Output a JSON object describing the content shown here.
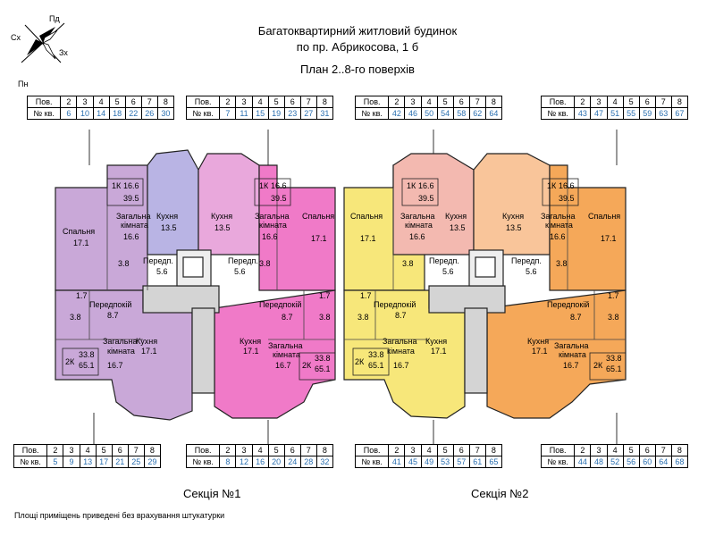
{
  "title": {
    "line1": "Багатоквартирний житловий будинок",
    "line2": "по пр. Абрикосова, 1 б",
    "line3": "План 2..8-го поверхів"
  },
  "compass": {
    "n": "Пн",
    "s": "Пд",
    "w": "Зх",
    "e": "Сх"
  },
  "tables": {
    "row_label_floor": "Пов.",
    "row_label_apt": "№ кв.",
    "floors": [
      "2",
      "3",
      "4",
      "5",
      "6",
      "7",
      "8"
    ],
    "top": [
      [
        "6",
        "10",
        "14",
        "18",
        "22",
        "26",
        "30"
      ],
      [
        "7",
        "11",
        "15",
        "19",
        "23",
        "27",
        "31"
      ],
      [
        "42",
        "46",
        "50",
        "54",
        "58",
        "62",
        "64"
      ],
      [
        "43",
        "47",
        "51",
        "55",
        "59",
        "63",
        "67"
      ]
    ],
    "bottom": [
      [
        "5",
        "9",
        "13",
        "17",
        "21",
        "25",
        "29"
      ],
      [
        "8",
        "12",
        "16",
        "20",
        "24",
        "28",
        "32"
      ],
      [
        "41",
        "45",
        "49",
        "53",
        "57",
        "61",
        "65"
      ],
      [
        "44",
        "48",
        "52",
        "56",
        "60",
        "64",
        "68"
      ]
    ]
  },
  "rooms": {
    "bedroom": "Спальня",
    "living": "Загальна",
    "living2": "кімната",
    "kitchen": "Кухня",
    "hall": "Передпокій",
    "hall_short": "Передп.",
    "a_17_1": "17.1",
    "a_16_6": "16.6",
    "a_13_5": "13.5",
    "a_5_6": "5.6",
    "a_3_8": "3.8",
    "a_1_7": "1.7",
    "a_8_7": "8.7",
    "a_16_7": "16.7",
    "k1": "1К",
    "k1_a": "16.6",
    "k1_b": "39.5",
    "k2": "2К",
    "k2_a": "33.8",
    "k2_b": "65.1"
  },
  "sections": {
    "s1": "Секція №1",
    "s2": "Секція №2"
  },
  "note": "Площі приміщень приведені без врахування штукатурки",
  "colors": {
    "purple": "#c9a8d8",
    "lilac": "#b9b4e4",
    "pink_light": "#e9a8dc",
    "pink": "#f07ac8",
    "yellow": "#f7e77a",
    "salmon": "#f3b9b0",
    "peach": "#f9c59a",
    "orange": "#f5a859",
    "stair": "#d4d4d4",
    "blue_edge": "#2a6fb0"
  }
}
